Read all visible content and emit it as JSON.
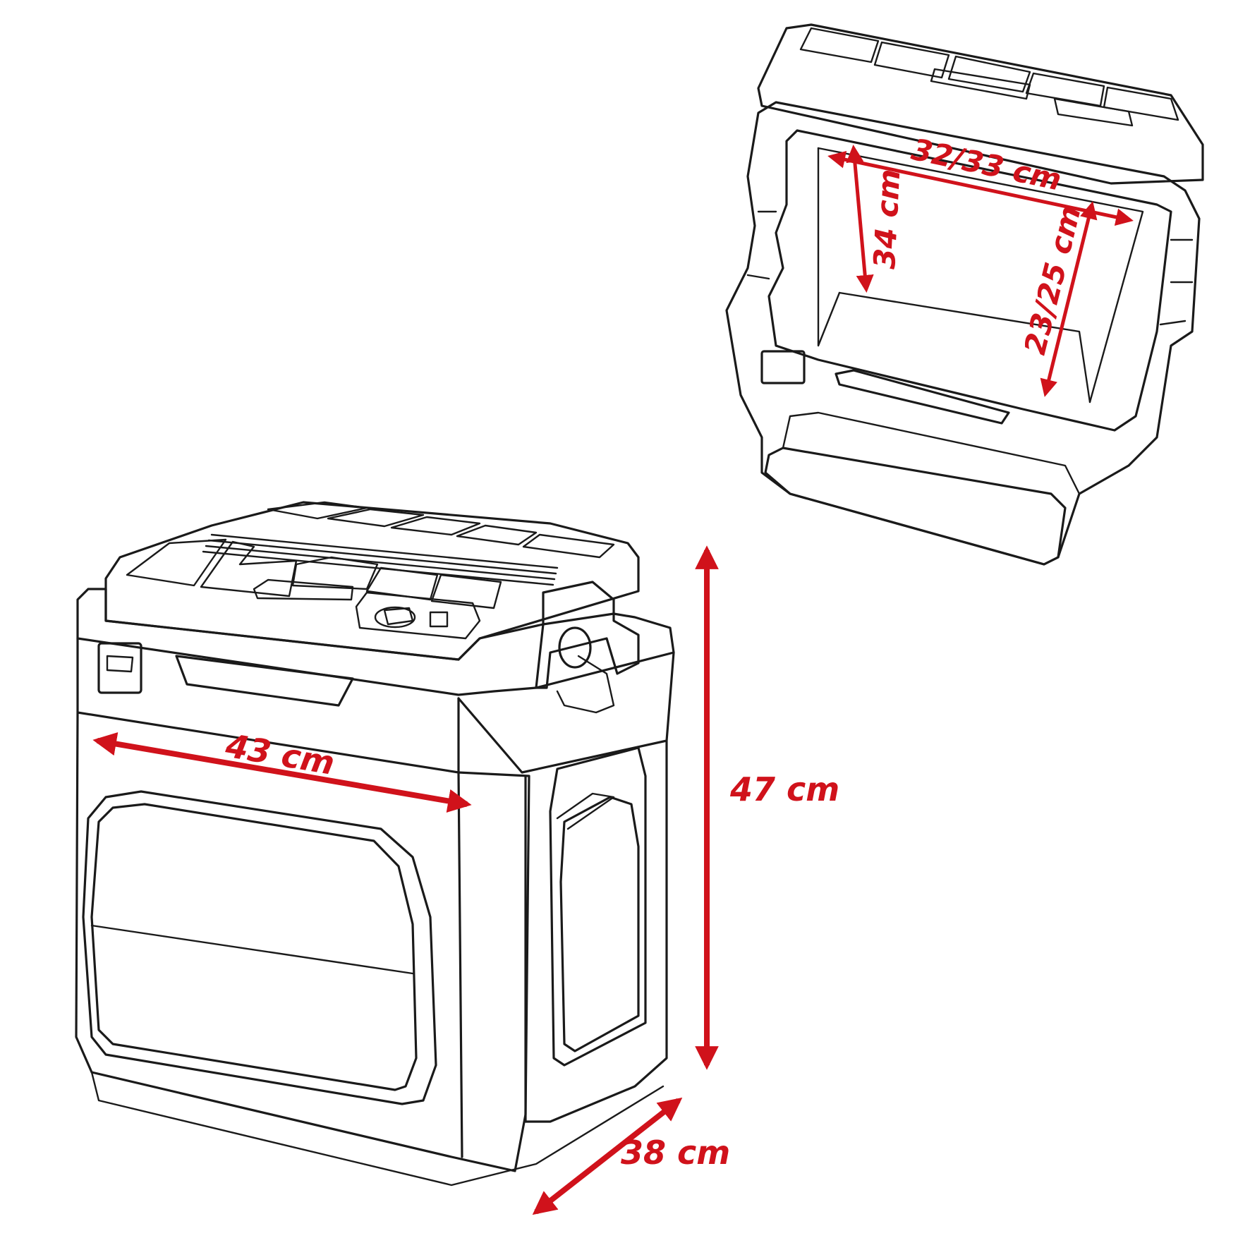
{
  "colors": {
    "outline": "#1a1a1a",
    "dimension": "#d0121b",
    "background": "#ffffff"
  },
  "dimensions": {
    "width": "43 cm",
    "height": "47 cm",
    "depth": "38 cm",
    "inner_width": "32/33 cm",
    "inner_depth": "34 cm",
    "inner_height": "23/25 cm"
  }
}
